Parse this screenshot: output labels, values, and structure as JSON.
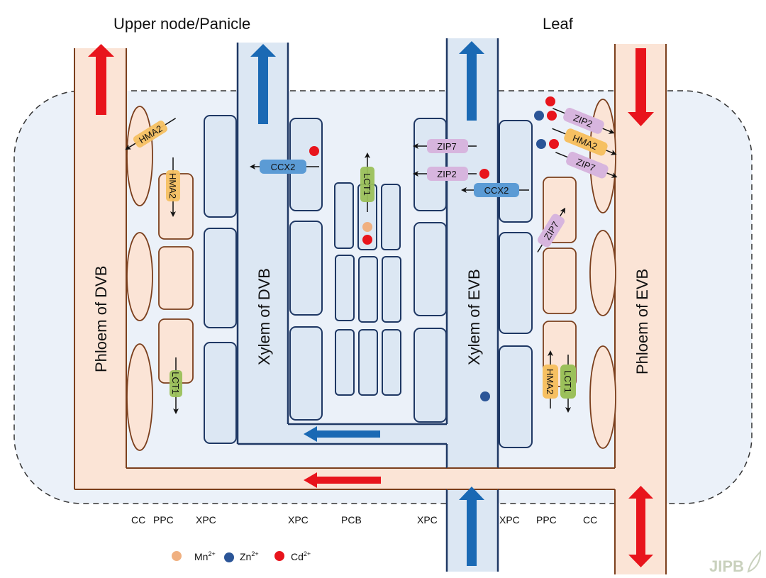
{
  "headers": {
    "left": "Upper node/Panicle",
    "right": "Leaf"
  },
  "tissues": {
    "phloem_dvb": "Phloem of DVB",
    "xylem_dvb": "Xylem of DVB",
    "xylem_evb": "Xylem of EVB",
    "phloem_evb": "Phloem of EVB"
  },
  "cell_labels": [
    "CC",
    "PPC",
    "XPC",
    "XPC",
    "PCB",
    "XPC",
    "XPC",
    "PPC",
    "CC"
  ],
  "transporters": {
    "hma2_cc_left": "HMA2",
    "hma2_ppc_left": "HMA2",
    "lct1_ppc_left": "LCT1",
    "ccx2_dvb": "CCX2",
    "lct1_pcb": "LCT1",
    "zip7_xpc": "ZIP7",
    "zip2_xpc": "ZIP2",
    "ccx2_evb": "CCX2",
    "zip2_cc_right": "ZIP2",
    "hma2_cc_right": "HMA2",
    "zip7_cc_right": "ZIP7",
    "zip7_ppc_right": "ZIP7",
    "hma2_ppc_right": "HMA2",
    "lct1_ppc_right": "LCT1"
  },
  "legend": [
    {
      "ion": "Mn",
      "charge": "2+",
      "color": "#f0b080"
    },
    {
      "ion": "Zn",
      "charge": "2+",
      "color": "#2b5597"
    },
    {
      "ion": "Cd",
      "charge": "2+",
      "color": "#e8141c"
    }
  ],
  "colors": {
    "phloem_fill": "#fbe4d6",
    "phloem_stroke": "#7b3f1d",
    "xylem_fill": "#dce7f3",
    "xylem_stroke": "#1f3864",
    "node_bg": "#ebf1f9",
    "red_arrow": "#e8141c",
    "blue_arrow": "#1a69b4",
    "hma2": "#f6c062",
    "lct1": "#9bc05a",
    "zip": "#d7b5de",
    "ccx2": "#5b9bd5"
  },
  "watermark": "JIPB"
}
